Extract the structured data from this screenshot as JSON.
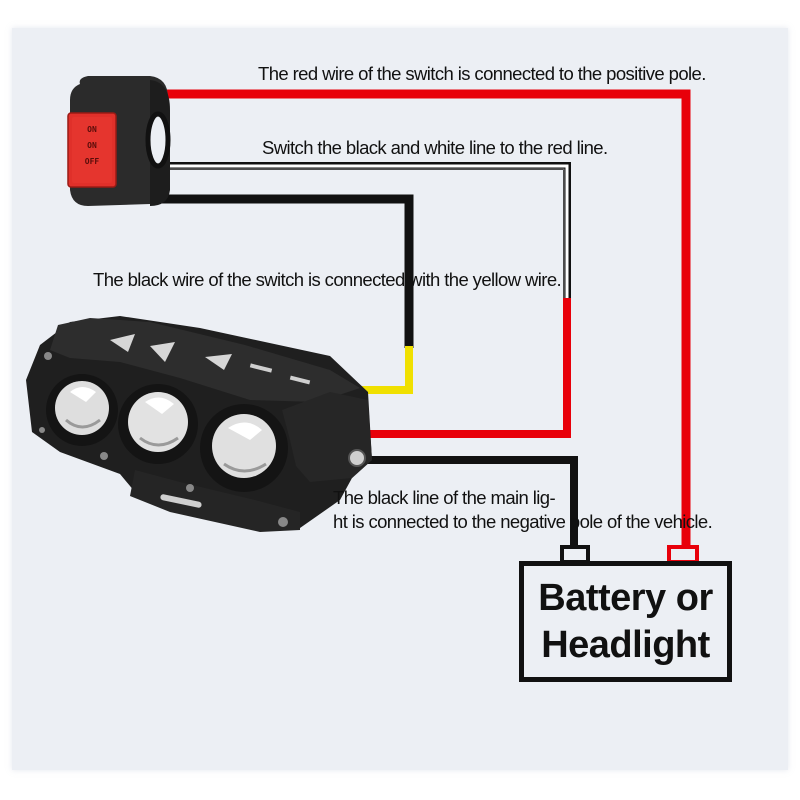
{
  "diagram": {
    "title": "Motorcycle triple-lens spotlight switch wiring diagram",
    "colors": {
      "background": "#eceff4",
      "red_wire": "#e8000a",
      "black_wire": "#111111",
      "yellow_wire": "#f0e000",
      "switch_body": "#2a2a2a",
      "switch_rocker": "#e0302a"
    },
    "switch": {
      "positions": [
        "ON",
        "ON",
        "OFF"
      ]
    },
    "annotations": {
      "red_wire_note": "The red wire of the switch is connected to the positive pole.",
      "black_white_note": "Switch the black and white line to the red line.",
      "black_yellow_note": "The black wire of the switch is connected with the yellow wire.",
      "main_light_note": "The black line of the main lig-\nht is connected to the negative pole of the vehicle."
    },
    "battery": {
      "label": "Battery or\nHeadlight",
      "terminals": [
        {
          "name": "negative",
          "color": "#111111"
        },
        {
          "name": "positive",
          "color": "#e8000a"
        }
      ]
    },
    "lamp": {
      "lens_count": 3
    }
  }
}
